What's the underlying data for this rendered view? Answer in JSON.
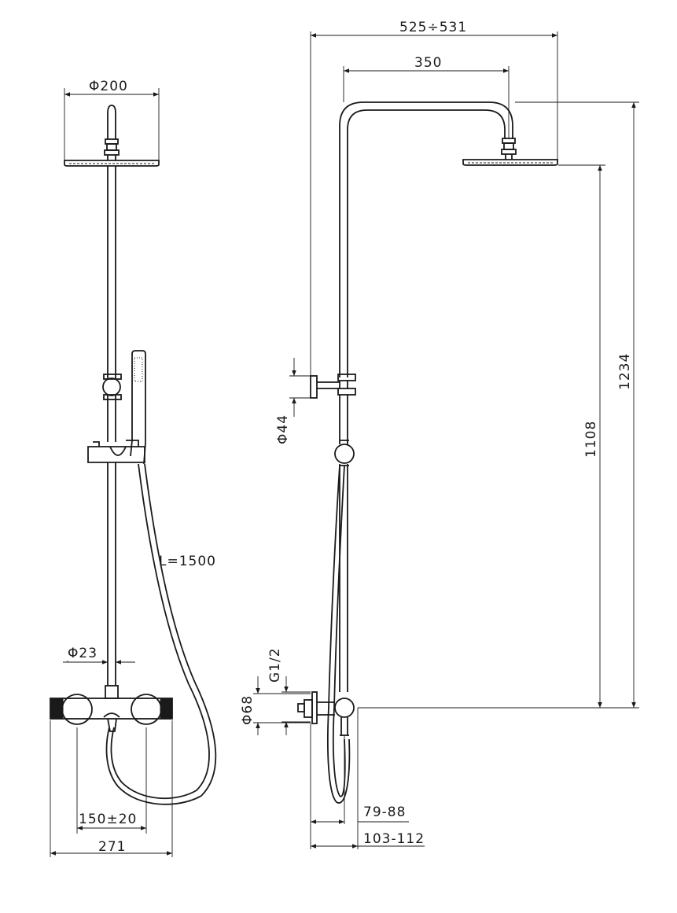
{
  "dimensions": {
    "shower_head_front_diameter": "Φ200",
    "total_width": "525÷531",
    "arm_length": "350",
    "height_total": "1234",
    "height_head": "1108",
    "bracket_diameter": "Φ44",
    "hose_length": "L=1500",
    "tube_diameter": "Φ23",
    "connection_thread": "G1/2",
    "escutcheon_diameter": "Φ68",
    "projection_small": "79-88",
    "projection_large": "103-112",
    "center_distance": "150±20",
    "mixer_width": "271"
  },
  "colors": {
    "line": "#1a1a1a",
    "background": "#ffffff"
  }
}
